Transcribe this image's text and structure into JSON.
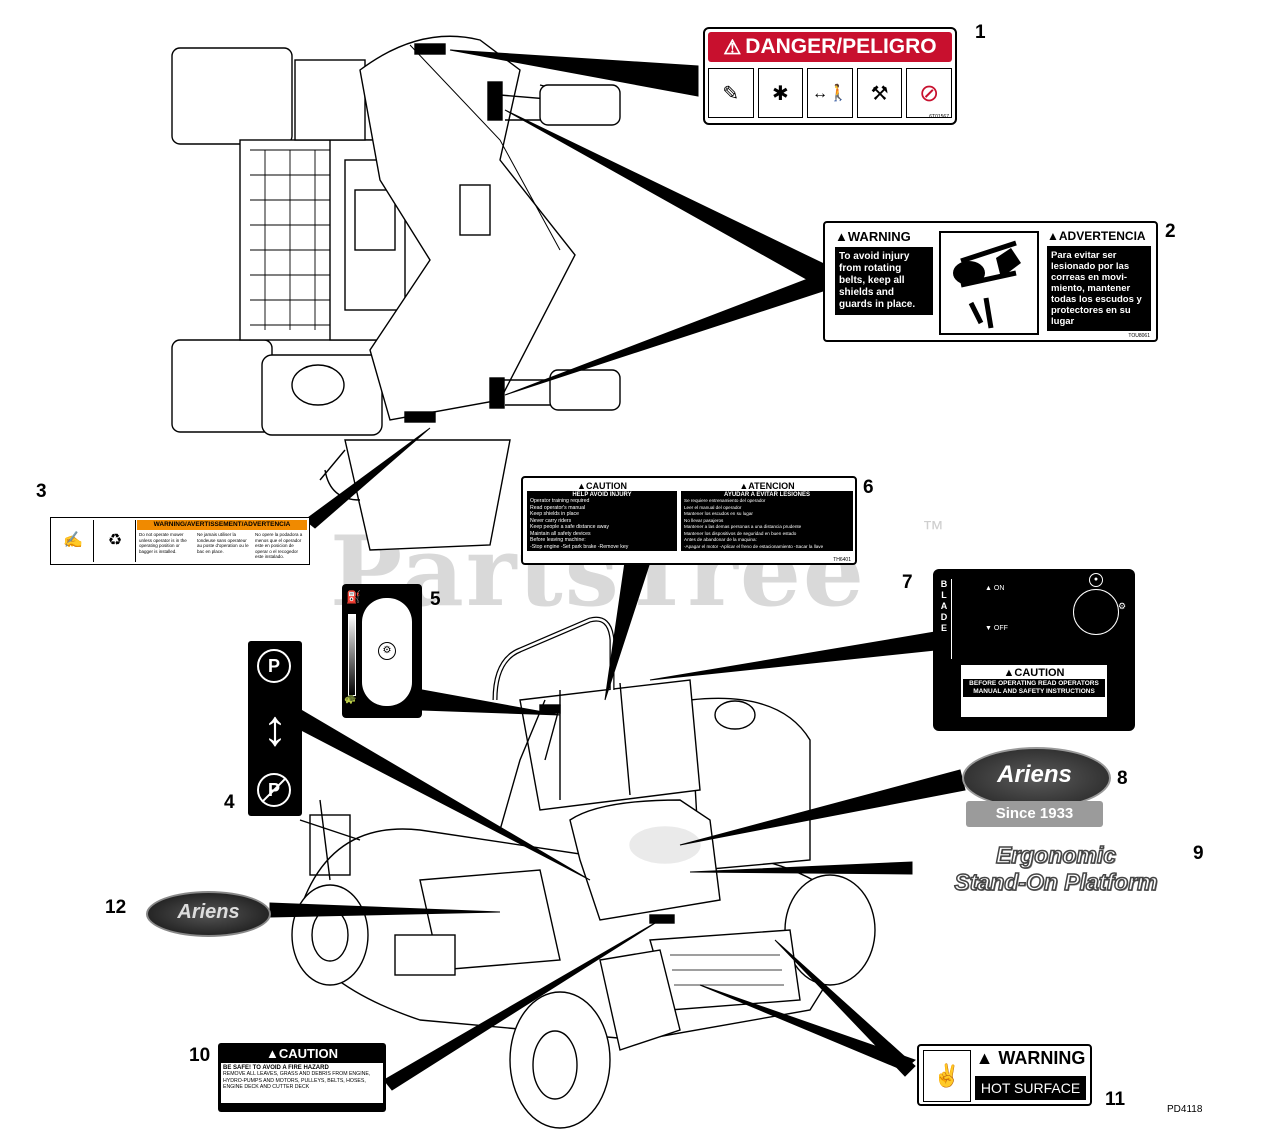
{
  "watermark": "PartsTree",
  "watermark_tm": "™",
  "part_id": "PD4118",
  "callouts": {
    "n1": "1",
    "n2": "2",
    "n3": "3",
    "n4": "4",
    "n5": "5",
    "n6": "6",
    "n7": "7",
    "n8": "8",
    "n9": "9",
    "n10": "10",
    "n11": "11",
    "n12": "12"
  },
  "decal1": {
    "header": "DANGER/PELIGRO",
    "code": "6T01567"
  },
  "decal2": {
    "left_title": "WARNING",
    "left_body": "To avoid injury from rotating belts, keep all shields and guards in place.",
    "right_title": "ADVERTENCIA",
    "right_body": "Para evitar ser lesionado por las correas en movi-miento, mantener todas los escudos y protectores en su lugar",
    "code": "TOU8061"
  },
  "decal3": {
    "header": "WARNING/AVERTISSEMENT/ADVERTENCIA",
    "col1": "Do not operate mower unless operator is in the operating position or bagger is installed.",
    "col2": "Ne jamais utiliser la tondeuse sans operateur au poste d'operation ou le bac en place.",
    "col3": "No opere la podadora a menos que el operador este en posicion de operar o el recogedor este instalado."
  },
  "decal4": {
    "top": "P",
    "bottom": "P"
  },
  "decal6": {
    "left_title": "CAUTION",
    "left_sub": "HELP AVOID INJURY",
    "left_items": [
      "Operator training required",
      "Read operator's manual",
      "Keep shields in place",
      "Never carry riders",
      "Keep people a safe distance away",
      "Maintain all safety devices",
      "Before leaving machine:",
      "-Stop engine -Set park brake -Remove key"
    ],
    "right_title": "ATENCION",
    "right_sub": "AYUDAR A EVITAR LESIONES",
    "right_items": [
      "Se requiere entrenamiento del operador",
      "Leer el manual del operador",
      "Mantener los escudos en su lugar",
      "No llevar pasajeros",
      "Mantener a las demas personas a una distancia prudente",
      "Mantener los dispositivos de seguridad en buen estado",
      "Antes de abandonar de la maquina:",
      "-Apagar el motor -Aplicar el freno de estacionamiento -Sacar la llave"
    ],
    "code": "TH6401"
  },
  "decal7": {
    "side": "BLADE",
    "on": "ON",
    "off": "OFF",
    "caution_title": "CAUTION",
    "caution_body": "BEFORE OPERATING READ OPERATORS MANUAL AND SAFETY INSTRUCTIONS"
  },
  "decal8": {
    "brand": "Ariens",
    "tagline": "Since 1933"
  },
  "decal9": {
    "line1": "Ergonomic",
    "line2": "Stand-On Platform"
  },
  "decal10": {
    "title": "CAUTION",
    "line1": "BE SAFE! TO AVOID A FIRE HAZARD",
    "line2": "REMOVE ALL LEAVES, GRASS AND DEBRIS FROM ENGINE, HYDRO-PUMPS AND MOTORS, PULLEYS, BELTS, HOSES, ENGINE DECK AND CUTTER DECK"
  },
  "decal11": {
    "title": "WARNING",
    "body": "HOT SURFACE"
  },
  "decal12": {
    "brand": "Ariens"
  }
}
